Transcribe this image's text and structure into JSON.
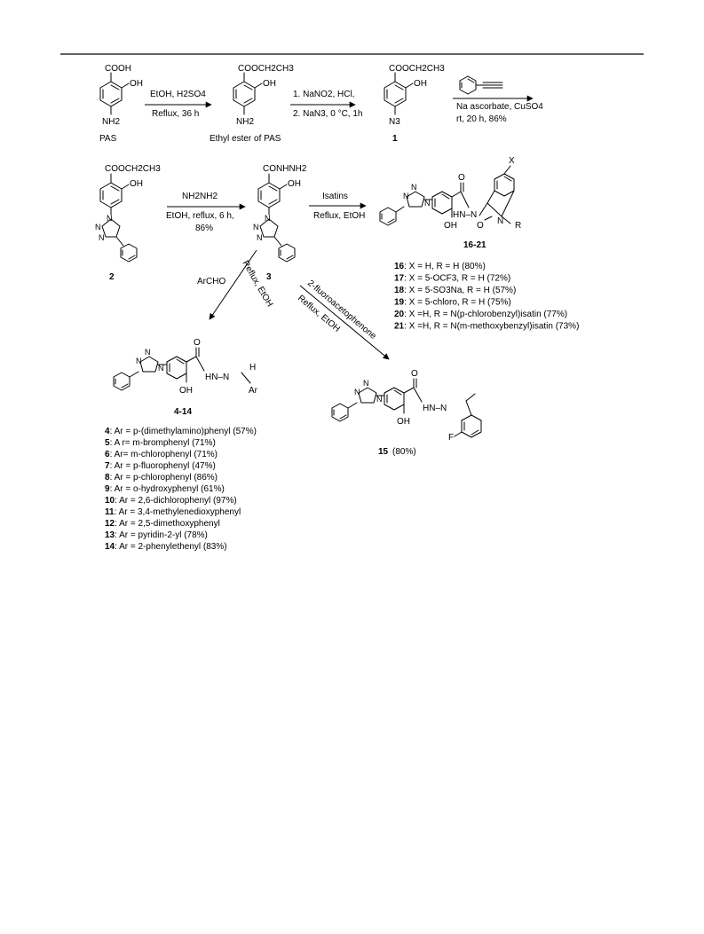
{
  "labels": {
    "pas_cooh": "COOH",
    "pas_oh": "OH",
    "pas_nh2": "NH2",
    "pas_name": "PAS",
    "step1_reagent": "EtOH, H2SO4",
    "step1_cond": "Reflux, 36 h",
    "ester_cooet": "COOCH2CH3",
    "ester_oh": "OH",
    "ester_nh2": "NH2",
    "ester_name": "Ethyl ester of PAS",
    "step2_line1": "1. NaNO2, HCl,",
    "step2_line2": "2. NaN3,   0 °C, 1h",
    "c1_cooet": "COOCH2CH3",
    "c1_oh": "OH",
    "c1_n3": "N3",
    "c1_num": "1",
    "step3_line1": "Na ascorbate, CuSO4",
    "step3_line2": "rt, 20 h, 86%",
    "c2_cooet": "COOCH2CH3",
    "c2_oh": "OH",
    "c2_num": "2",
    "step4_reagent": "NH2NH2",
    "step4_line1": "EtOH, reflux, 6 h,",
    "step4_line2": "86%",
    "c3_conhnh2": "CONHNH2",
    "c3_oh": "OH",
    "c3_num": "3",
    "isatins_reagent": "Isatins",
    "isatins_cond": "Reflux, EtOH",
    "x_label": "X",
    "o_label": "O",
    "oh_label": "OH",
    "hn_n": "HN–N",
    "n_r": "N",
    "r_label": "R",
    "c1621_num": "16-21",
    "archo_reagent": "ArCHO",
    "archo_cond": "Reflux, EtOH",
    "fluoro_reagent": "2-fluoroacetophenone",
    "fluoro_cond": "Reflux, EtOH",
    "hnn_ar": "HN–N",
    "h_label": "H",
    "ar_label": "Ar",
    "c414_num": "4-14",
    "c15_num": "15",
    "c15_yield": "(80%)",
    "f_label": "F",
    "n_atom": "N"
  },
  "list_16_21": [
    {
      "num": "16",
      "text": ":  X = H, R = H   (80%)"
    },
    {
      "num": "17",
      "text": ":  X = 5-OCF3, R = H     (72%)"
    },
    {
      "num": "18",
      "text": ":  X = 5-SO3Na, R = H     (57%)"
    },
    {
      "num": "19",
      "text": ":  X = 5-chloro, R = H        (75%)"
    },
    {
      "num": "20",
      "text": ":  X =H, R =  N(p-chlorobenzyl)isatin   (77%)"
    },
    {
      "num": "21",
      "text": ":  X =H, R = N(m-methoxybenzyl)isatin (73%)"
    }
  ],
  "list_4_14": [
    {
      "num": "4",
      "text": ": Ar = p-(dimethylamino)phenyl (57%)"
    },
    {
      "num": "5",
      "text": ": A r= m-bromphenyl (71%)"
    },
    {
      "num": "6",
      "text": ": Ar= m-chlorophenyl (71%)"
    },
    {
      "num": "7",
      "text": ": Ar = p-fluorophenyl (47%)"
    },
    {
      "num": "8",
      "text": ": Ar = p-chlorophenyl (86%)"
    },
    {
      "num": "9",
      "text": ": Ar = o-hydroxyphenyl (61%)"
    },
    {
      "num": "10",
      "text": ": Ar = 2,6-dichlorophenyl (97%)"
    },
    {
      "num": "11",
      "text": ": Ar = 3,4-methylenedioxyphenyl"
    },
    {
      "num": "12",
      "text": ": Ar = 2,5-dimethoxyphenyl"
    },
    {
      "num": "13",
      "text": ": Ar = pyridin-2-yl (78%)"
    },
    {
      "num": "14",
      "text": ": Ar = 2-phenylethenyl (83%)"
    }
  ]
}
